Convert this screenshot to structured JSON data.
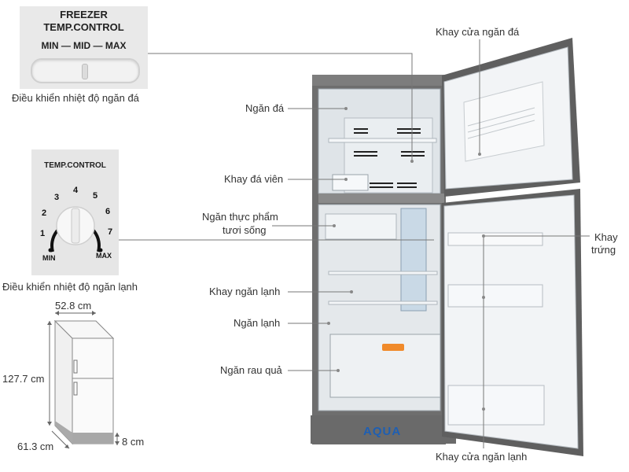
{
  "freezer_control": {
    "title_line1": "FREEZER",
    "title_line2": "TEMP.CONTROL",
    "scale": "MIN — MID — MAX",
    "caption": "Điều khiển nhiệt độ ngăn đá"
  },
  "fridge_control": {
    "title": "TEMP.CONTROL",
    "dial_numbers": [
      "1",
      "2",
      "3",
      "4",
      "5",
      "6",
      "7"
    ],
    "min_label": "MIN",
    "max_label": "MAX",
    "caption": "Điều khiển nhiệt độ ngăn lạnh"
  },
  "dimensions": {
    "width": "52.8  cm",
    "height": "127.7 cm",
    "depth": "61.3 cm",
    "base": "8 cm"
  },
  "brand": "AQUA",
  "callouts": {
    "ngan_da": "Ngăn đá",
    "khay_da_vien": "Khay đá viên",
    "ngan_thuc_pham_1": "Ngăn thực phẩm",
    "ngan_thuc_pham_2": "tươi sống",
    "khay_ngan_lanh": "Khay ngăn lạnh",
    "ngan_lanh": "Ngăn lạnh",
    "ngan_rau_qua": "Ngăn rau quả",
    "khay_cua_ngan_da": "Khay cửa ngăn đá",
    "khay_trung_1": "Khay",
    "khay_trung_2": "trứng",
    "khay_cua_ngan_lanh": "Khay cửa ngăn lạnh"
  }
}
